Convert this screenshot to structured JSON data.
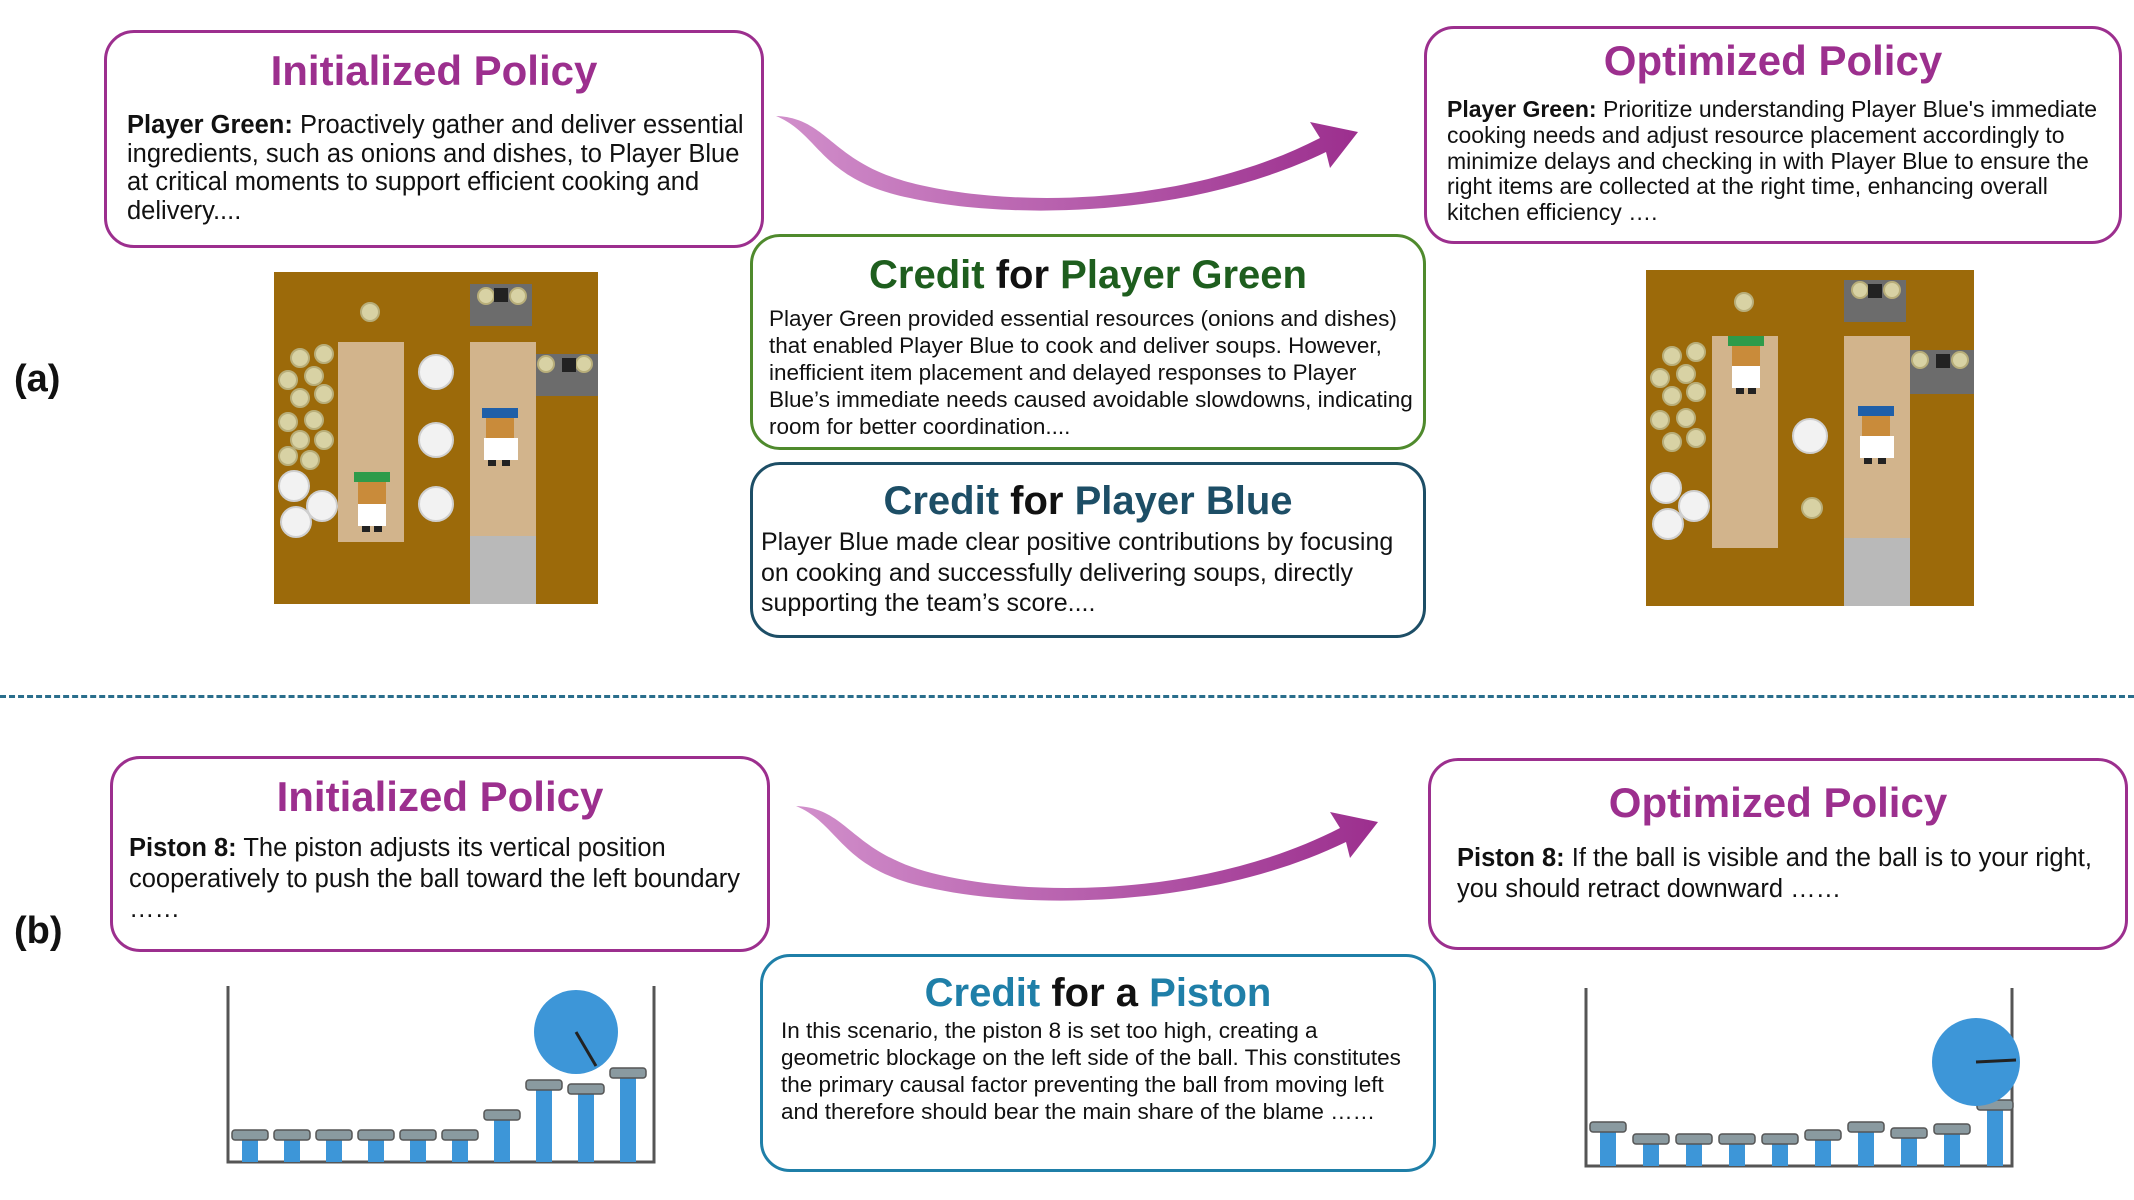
{
  "labels": {
    "a": "(a)",
    "b": "(b)"
  },
  "panel_a": {
    "init": {
      "title": "Initialized Policy",
      "agent": "Player Green:",
      "text": "Proactively gather and deliver essential ingredients, such as onions and dishes, to Player Blue at critical moments to support efficient cooking and delivery...."
    },
    "opt": {
      "title": "Optimized Policy",
      "agent": "Player Green:",
      "text": "Prioritize understanding Player Blue's immediate cooking needs and adjust resource placement accordingly to minimize delays and checking in with Player Blue to ensure the right items are collected at the right time, enhancing overall kitchen efficiency …."
    },
    "credit_green": {
      "word1": "Credit",
      "word2": "for",
      "word3": "Player Green",
      "text": "Player Green provided essential resources (onions and dishes) that enabled Player Blue to cook and deliver soups. However, inefficient item placement and delayed responses to Player Blue’s immediate needs caused avoidable slowdowns, indicating room for better coordination...."
    },
    "credit_blue": {
      "word1": "Credit",
      "word2": "for",
      "word3": "Player Blue",
      "text": "Player Blue made clear positive contributions by focusing on cooking and successfully delivering soups, directly supporting the team’s score...."
    }
  },
  "panel_b": {
    "init": {
      "title": "Initialized Policy",
      "agent": "Piston 8:",
      "text": "The piston adjusts its vertical position cooperatively to push the ball toward the left boundary ……"
    },
    "opt": {
      "title": "Optimized Policy",
      "agent": "Piston 8:",
      "text": "If the ball is visible and the ball is to your right, you should retract downward ……"
    },
    "credit_piston": {
      "word1": "Credit",
      "word2": "for a",
      "word3": "Piston",
      "text": "In this scenario, the piston 8 is set too high, creating a geometric blockage on the left side of the ball. This constitutes the primary causal factor preventing the ball from moving left and therefore should bear the main share of the blame ……"
    }
  },
  "colors": {
    "policy": "#9c2f8e",
    "green": "#1e5e1e",
    "blue_dark": "#1d4e66",
    "piston_blue": "#1f7fa8",
    "arrow": "#9c2f8e",
    "kitchen_floor": "#9c6a0a",
    "counter": "#d2b48c",
    "piston_fill": "#3d96d8"
  },
  "icons": [
    "curved-arrow-icon",
    "onion-icon",
    "plate-icon",
    "chef-green-icon",
    "chef-blue-icon",
    "pot-icon",
    "ball-icon",
    "piston-icon"
  ]
}
